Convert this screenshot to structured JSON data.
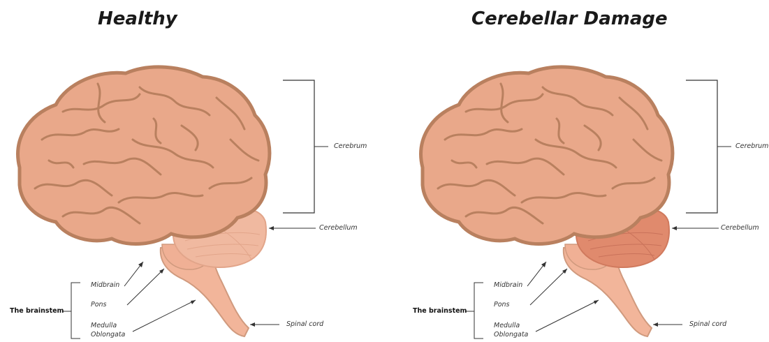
{
  "panels": [
    {
      "title": "Healthy",
      "labels": {
        "cerebrum": "Cerebrum",
        "cerebellum": "Cerebellum",
        "brainstem": "The brainstem",
        "midbrain": "Midbrain",
        "pons": "Pons",
        "medulla_line1": "Medulla",
        "medulla_line2": "Oblongata",
        "spinal_cord": "Spinal cord"
      }
    },
    {
      "title": "Cerebellar Damage",
      "labels": {
        "cerebrum": "Cerebrum",
        "cerebellum": "Cerebellum",
        "brainstem": "The brainstem",
        "midbrain": "Midbrain",
        "pons": "Pons",
        "medulla_line1": "Medulla",
        "medulla_line2": "Oblongata",
        "spinal_cord": "Spinal cord"
      }
    }
  ],
  "colors": {
    "brain_fill": "#e9a88a",
    "brain_outline": "#b9805f",
    "cerebellum_healthy": "#f0b9a0",
    "cerebellum_damaged": "#e08a6d",
    "brainstem_fill": "#f2b59a",
    "line": "#333333"
  }
}
